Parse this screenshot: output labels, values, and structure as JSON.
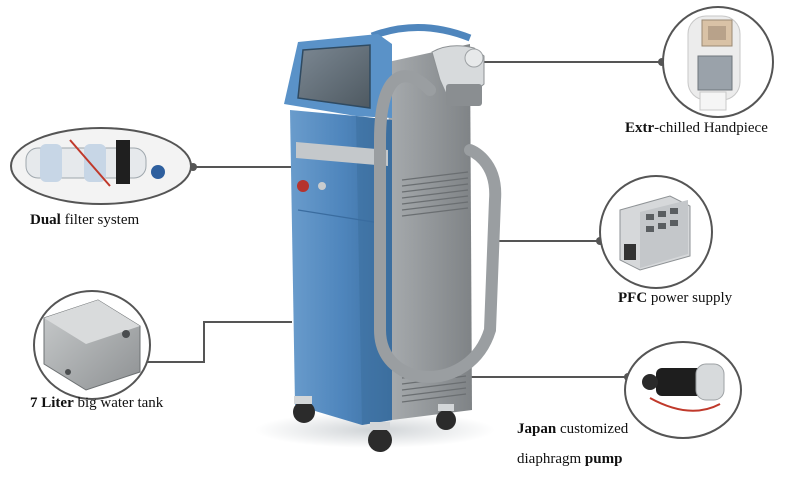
{
  "labels": {
    "handpiece": {
      "bold": "Extr",
      "rest": "-chilled Handpiece"
    },
    "filter": {
      "bold": "Dual",
      "rest": " filter system"
    },
    "power": {
      "bold": "PFC",
      "rest": " power supply"
    },
    "tank": {
      "bold": "7 Liter",
      "rest": " big water tank"
    },
    "pump_line1": {
      "bold": "Japan",
      "rest": " customized"
    },
    "pump_line2": {
      "pre": "diaphragm ",
      "bold": "pump"
    }
  },
  "colors": {
    "body_blue": "#4f86bd",
    "body_blue_dark": "#3a6c9f",
    "panel_grey": "#8f9396",
    "connector": "#555555",
    "screen": "#5b6670"
  }
}
